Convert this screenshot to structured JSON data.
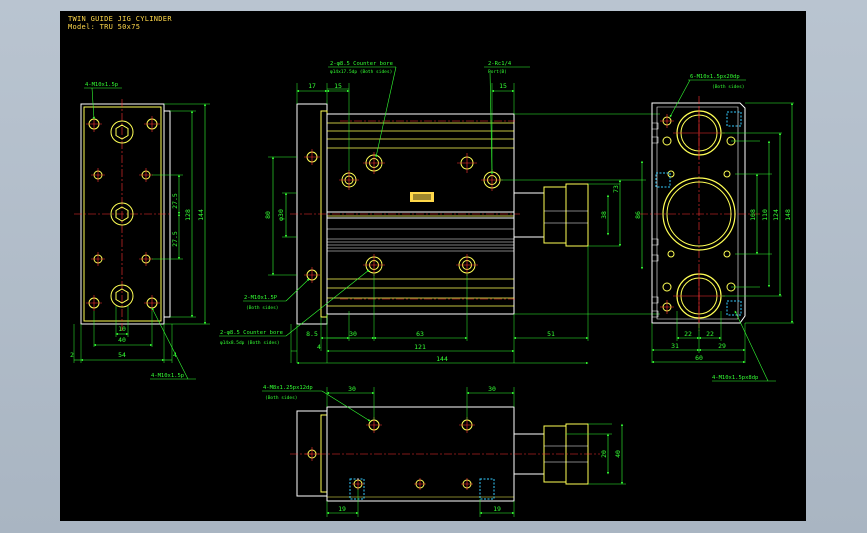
{
  "title": {
    "line1": "TWIN GUIDE JIG CYLINDER",
    "line2": "Model: TRU 50x75"
  },
  "colors": {
    "background": "#000000",
    "outline": "#ffffff",
    "part": "#ffff55",
    "dimension": "#33ff33",
    "center_line": "#ff3333",
    "hidden": "#33ccff",
    "title": "#ffd84a"
  },
  "left_view": {
    "callout_top": "4-M10x1.5p",
    "callout_bottom": "4-M10x1.5p",
    "dims": {
      "pitch_a": "27.5",
      "pitch_b": "27.5",
      "height_inner": "128",
      "height_total": "144",
      "w_small": "10",
      "w_mid": "40",
      "w_total": "54",
      "edge_left": "2",
      "edge_right": "4"
    }
  },
  "front_view": {
    "callout_1": {
      "main": "2-φ8.5 Counter bore",
      "sub": "φ14x17.5dp (Both sides)"
    },
    "callout_2": {
      "main": "2-Rc1/4",
      "sub": "Port(B)"
    },
    "callout_3": {
      "main": "2-M10x1.5P",
      "sub": "(Both sides)"
    },
    "callout_4": {
      "main": "2-φ8.5 Counter bore",
      "sub": "φ14x8.5dp (Both sides)"
    },
    "dims": {
      "top_17": "17",
      "top_15a": "15",
      "top_15b": "15",
      "v_80": "80",
      "v_phi": "φ30",
      "r_38": "38",
      "r_73": "73",
      "r_86": "86",
      "b_85": "8.5",
      "b_30": "30",
      "b_63": "63",
      "b_51": "51",
      "b_4": "4",
      "b_121": "121",
      "b_144": "144"
    }
  },
  "side_view": {
    "callout_top": {
      "main": "6-M10x1.5px20dp",
      "sub": "(Both sides)"
    },
    "callout_bottom": "4-M10x1.5px8dp",
    "dims": {
      "h_108": "108",
      "h_110": "110",
      "h_124": "124",
      "h_148": "148",
      "w_22a": "22",
      "w_22b": "22",
      "w_31": "31",
      "w_29": "29",
      "w_60": "60"
    }
  },
  "bottom_view": {
    "callout": {
      "main": "4-M8x1.25px12dp",
      "sub": "(Both sides)"
    },
    "dims": {
      "t_30a": "30",
      "t_30b": "30",
      "r_20": "20",
      "r_40": "40",
      "b_19a": "19",
      "b_19b": "19"
    }
  }
}
